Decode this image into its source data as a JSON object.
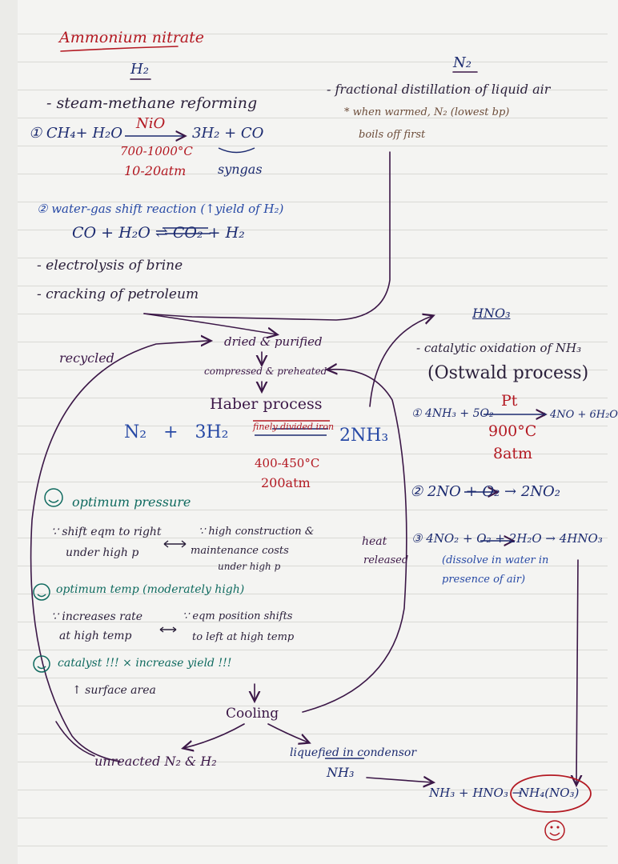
{
  "title": "Ammonium nitrate",
  "h2": {
    "heading": "H₂",
    "smr": "- steam-methane reforming",
    "eq1_left": "① CH₄+ H₂O",
    "eq1_cat": "NiO",
    "eq1_right": "3H₂ + CO",
    "eq1_temp": "700-1000°C",
    "eq1_pressure": "10-20atm",
    "syngas": "syngas",
    "wgs": "② water-gas shift reaction (↑yield of H₂)",
    "eq2": "CO + H₂O ⇌ CO₂ + H₂",
    "electrolysis": "- electrolysis of brine",
    "cracking": "- cracking of petroleum"
  },
  "n2": {
    "heading": "N₂",
    "line1": "- fractional distillation of liquid air",
    "line2": "* when warmed, N₂ (lowest bp)",
    "line3": "boils off first"
  },
  "process": {
    "recycled": "recycled",
    "dried": "dried & purified",
    "compressed": "compressed & preheated",
    "haber": "Haber process",
    "eq_left": "N₂ + 3H₂",
    "eq_cat": "finely divided iron",
    "eq_right": "2NH₃",
    "eq_temp": "400-450°C",
    "eq_pressure": "200atm",
    "heat": "heat",
    "released": "released",
    "cooling": "Cooling",
    "unreacted": "unreacted N₂ & H₂",
    "liquefied": "liquefied in condensor",
    "nh3": "NH₃",
    "final_left": "NH₃ + HNO₃ →",
    "final_product": "NH₄(NO₃)"
  },
  "conditions": {
    "pressure_title": "optimum pressure",
    "pressure_left1": "∵ shift eqm to right",
    "pressure_left2": "under high p",
    "pressure_right1": "∵ high construction &",
    "pressure_right2": "maintenance costs",
    "pressure_right3": "under high p",
    "temp_title": "optimum temp (moderately high)",
    "temp_left1": "∵ increases rate",
    "temp_left2": "at high temp",
    "temp_right1": "∵ eqm position shifts",
    "temp_right2": "to left at high temp",
    "catalyst_title": "catalyst !!! × increase yield !!!",
    "catalyst_sub": "↑ surface area"
  },
  "hno3": {
    "heading": "HNO₃",
    "line1": "- catalytic oxidation of NH₃",
    "line2": "(Ostwald process)",
    "eq1_left": "① 4NH₃ + 5O₂",
    "eq1_cat": "Pt",
    "eq1_right": "→ 4NO + 6H₂O",
    "eq1_temp": "900°C",
    "eq1_pressure": "8atm",
    "eq2": "② 2NO + O₂ → 2NO₂",
    "eq3": "③ 4NO₂ + O₂ + 2H₂O → 4HNO₃",
    "note1": "(dissolve in water in",
    "note2": "presence of air)"
  },
  "colors": {
    "red": "#b31922",
    "navy": "#1c2b70",
    "blue": "#2749a5",
    "purple": "#3b1747",
    "teal": "#0f6a5f"
  }
}
